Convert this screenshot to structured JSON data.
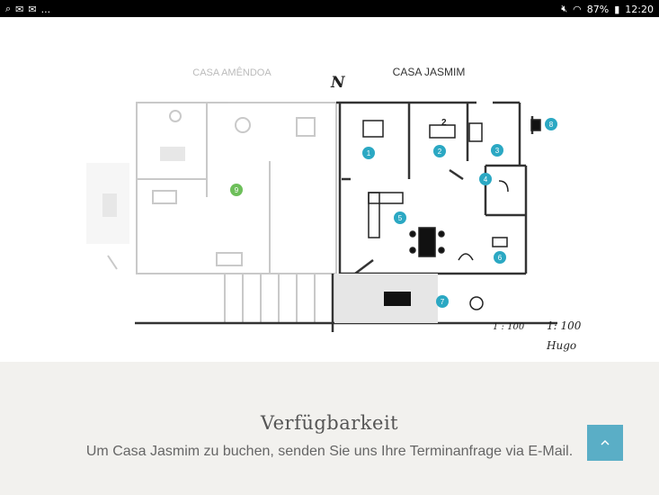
{
  "statusbar": {
    "left_icons": [
      "search-icon",
      "mail-icon",
      "mail-icon"
    ],
    "overflow": "...",
    "battery": "87%",
    "time": "12:20"
  },
  "floorplan": {
    "left_house": "CASA AMÊNDOA",
    "right_house": "CASA JASMIM",
    "north": "N",
    "bed_count": "2",
    "scale_bar_label": "1 : 100",
    "scale": "1: 100",
    "author": "Hugo",
    "markers": [
      "1",
      "2",
      "3",
      "4",
      "5",
      "6",
      "7",
      "8",
      "9"
    ],
    "colors": {
      "marker": "#2ba8c3",
      "marker_green": "#6dbf5a"
    }
  },
  "availability": {
    "title": "Verfügbarkeit",
    "text": "Um Casa Jasmim zu buchen, senden Sie uns Ihre Terminanfrage via E-Mail."
  },
  "back_to_top": {
    "icon": "chevron-up-icon"
  }
}
